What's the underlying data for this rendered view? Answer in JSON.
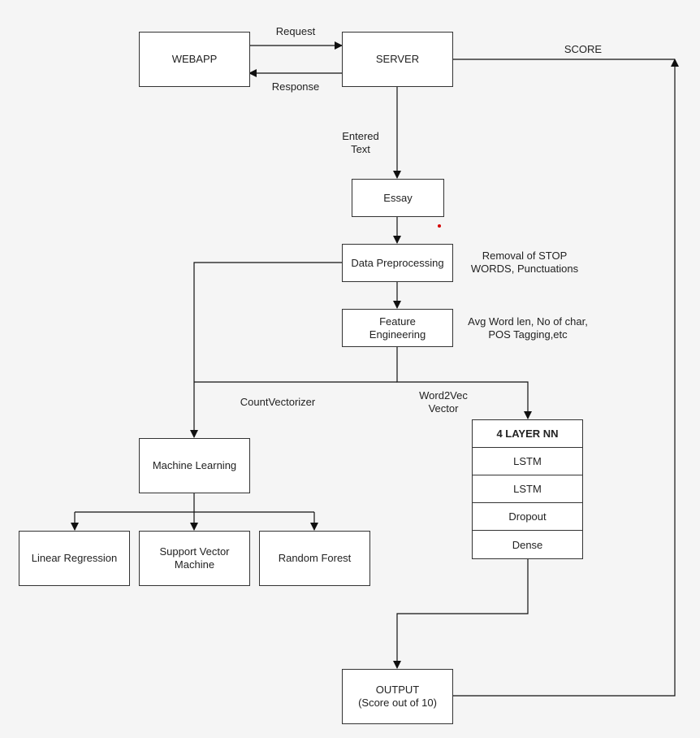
{
  "nodes": {
    "webapp": "WEBAPP",
    "server": "SERVER",
    "essay": "Essay",
    "preprocessing": "Data Preprocessing",
    "feature_engineering": "Feature Engineering",
    "machine_learning": "Machine Learning",
    "linear_regression": "Linear Regression",
    "svm": "Support Vector Machine",
    "random_forest": "Random Forest",
    "output_line1": "OUTPUT",
    "output_line2": "(Score out of 10)"
  },
  "nn": {
    "title": "4 LAYER NN",
    "layers": [
      "LSTM",
      "LSTM",
      "Dropout",
      "Dense"
    ]
  },
  "edge_labels": {
    "request": "Request",
    "response": "Response",
    "score": "SCORE",
    "entered_text_1": "Entered",
    "entered_text_2": "Text",
    "countvectorizer": "CountVectorizer",
    "word2vec_1": "Word2Vec",
    "word2vec_2": "Vector"
  },
  "annotations": {
    "preprocessing_1": "Removal of STOP",
    "preprocessing_2": "WORDS, Punctuations",
    "features_1": "Avg Word len, No of char,",
    "features_2": "POS Tagging,etc"
  }
}
